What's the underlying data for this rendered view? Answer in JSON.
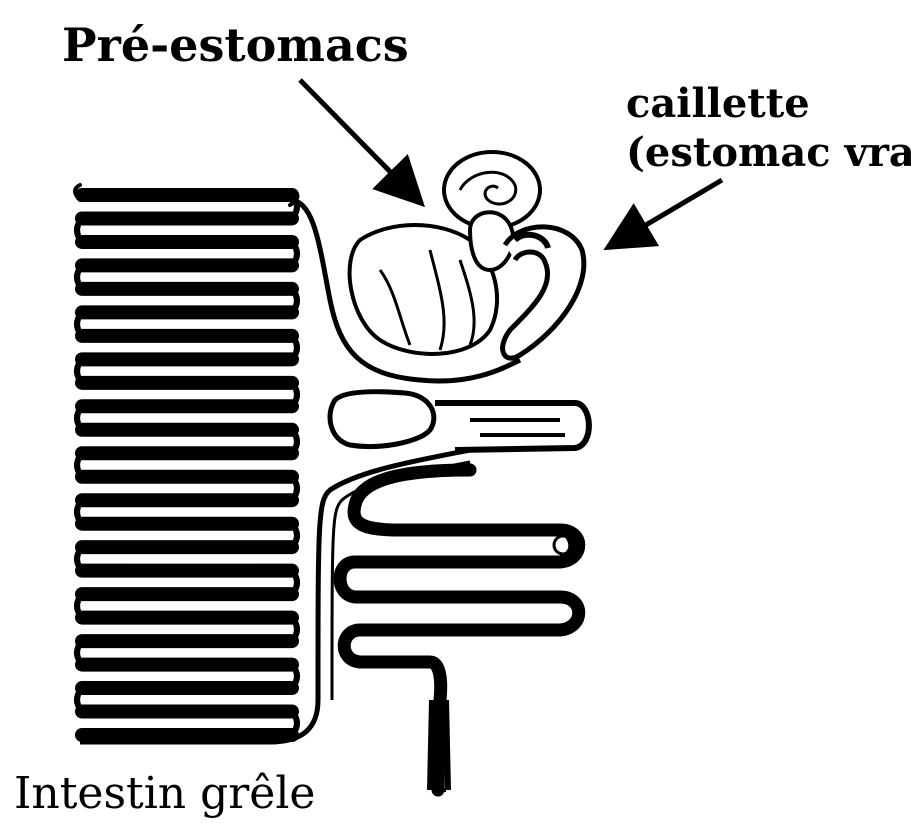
{
  "labels": {
    "pre_estomacs": "Pré-estomacs",
    "caillette_line1": "caillette",
    "caillette_line2": "(estomac vrai)",
    "intestin": "Intestin grêle"
  },
  "colors": {
    "ink": "#000000",
    "paper": "#ffffff"
  }
}
